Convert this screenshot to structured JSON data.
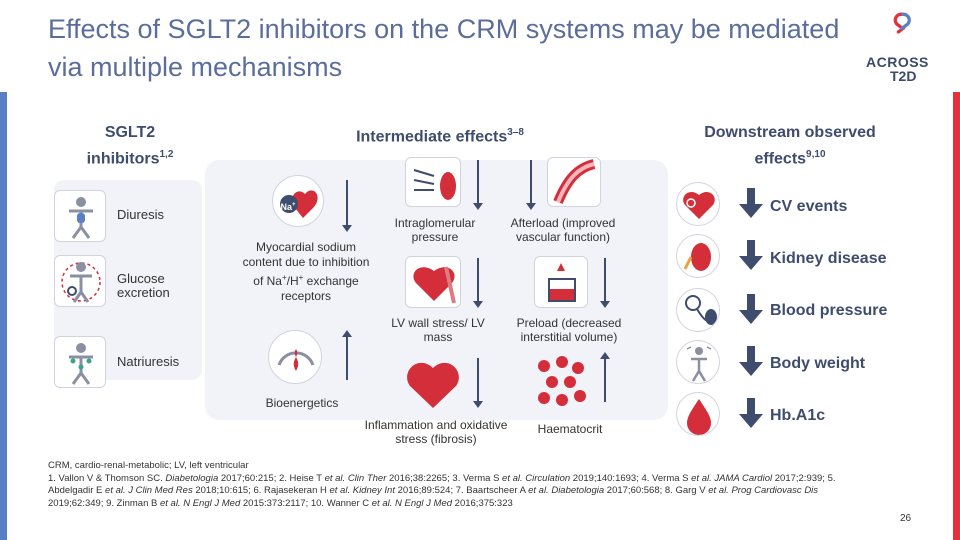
{
  "title": "Effects of SGLT2 inhibitors on the CRM systems may be mediated via multiple mechanisms",
  "logo": {
    "line1": "ACROSS",
    "line2": "T2D"
  },
  "columns": {
    "left": {
      "text": "SGLT2 inhibitors",
      "sup": "1,2"
    },
    "middle": {
      "text": "Intermediate effects",
      "sup": "3–8"
    },
    "right": {
      "text": "Downstream observed effects",
      "sup": "9,10"
    }
  },
  "inhibitor_effects": [
    "Diuresis",
    "Glucose excretion",
    "Natriuresis"
  ],
  "intermediate_effects": {
    "myocardial": {
      "text": "Myocardial sodium content due to inhibition of Na",
      "sup1": "+",
      "mid": "/H",
      "sup2": "+",
      "tail": " exchange receptors"
    },
    "intraglomerular": "Intraglomerular pressure",
    "afterload": "Afterload (improved vascular function)",
    "lv_wall": "LV wall stress/ LV mass",
    "preload": "Preload (decreased interstitial volume)",
    "bioenergetics": "Bioenergetics",
    "inflammation": "Inflammation and oxidative stress (fibrosis)",
    "haematocrit": "Haematocrit",
    "na_badge": "Na",
    "na_sup": "+"
  },
  "downstream_effects": [
    "CV events",
    "Kidney disease",
    "Blood pressure",
    "Body weight",
    "Hb.A1c"
  ],
  "footnote": {
    "abbrev": "CRM, cardio-renal-metabolic; LV, left ventricular",
    "refs": [
      {
        "text": "1. Vallon V & Thomson SC. ",
        "ital": "Diabetologia",
        "rest": " 2017;60:215; "
      },
      {
        "text": "2. Heise T ",
        "ital": "et al. Clin Ther",
        "rest": " 2016;38:2265; "
      },
      {
        "text": "3. Verma S ",
        "ital": "et al. Circulation",
        "rest": " 2019;140:1693; "
      },
      {
        "text": "4. Verma S ",
        "ital": "et al. JAMA Cardiol",
        "rest": " 2017;2:939; "
      },
      {
        "text": "5. Abdelgadir E ",
        "ital": "et al. J Clin Med Res",
        "rest": " 2018;10:615; "
      },
      {
        "text": "6. Rajasekeran H ",
        "ital": "et al. Kidney Int",
        "rest": " 2016;89:524; "
      },
      {
        "text": "7. Baartscheer A ",
        "ital": "et al. Diabetologia",
        "rest": " 2017;60:568; "
      },
      {
        "text": "8. Garg V ",
        "ital": "et al. Prog Cardiovasc Dis",
        "rest": " 2019;62:349; "
      },
      {
        "text": "9. Zinman B ",
        "ital": "et al. N Engl J Med",
        "rest": " 2015:373:2117; "
      },
      {
        "text": "10. Wanner C ",
        "ital": "et al. N Engl J Med",
        "rest": " 2016;375:323"
      }
    ]
  },
  "page_number": "26",
  "colors": {
    "accent_blue": "#5b7fc4",
    "accent_red": "#e8303b",
    "navy": "#3e4c6d",
    "heart_red": "#d42e3a",
    "panel": "#f1f3f8"
  }
}
